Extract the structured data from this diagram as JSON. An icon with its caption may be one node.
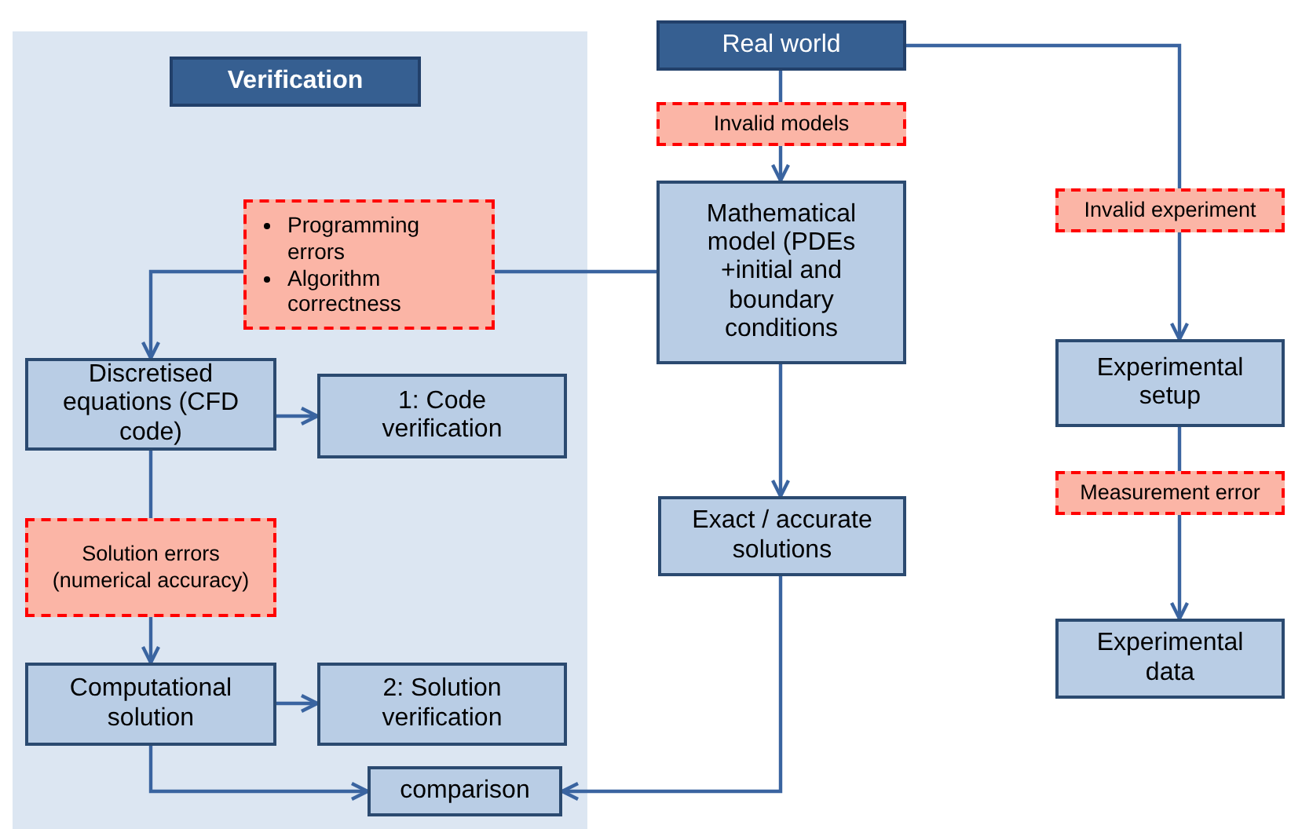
{
  "diagram": {
    "nodes": [
      {
        "text": [],
        "shape": "box"
      },
      {
        "text": [
          "Verification"
        ],
        "in": 0
      },
      {
        "text": [
          "Real world"
        ]
      },
      {
        "text": [
          "Invalid models"
        ]
      },
      {
        "text": [
          "Mathematical model (PDEs +initial and boundary conditions"
        ]
      },
      {
        "text": [
          "Programming errors",
          "Algorithm correctness"
        ],
        "in": 0
      },
      {
        "text": [
          "Invalid experiment"
        ]
      },
      {
        "text": [
          "Discretised equations (CFD code)"
        ],
        "in": 0
      },
      {
        "text": [
          "1: Code verification"
        ],
        "in": 0
      },
      {
        "text": [
          "Experimental setup"
        ]
      },
      {
        "text": [
          "Solution errors (numerical accuracy)"
        ],
        "in": 0
      },
      {
        "text": [
          "Exact / accurate solutions"
        ]
      },
      {
        "text": [
          "Measurement error"
        ]
      },
      {
        "text": [
          "Computational solution"
        ],
        "in": 0
      },
      {
        "text": [
          "2: Solution verification"
        ],
        "in": 0
      },
      {
        "text": [
          "Experimental data"
        ]
      },
      {
        "text": [
          "comparison"
        ],
        "in": 0
      }
    ],
    "edges": [
      {
        "from": 2,
        "to": 3,
        "arrow": "none"
      },
      {
        "from": 3,
        "to": 4,
        "arrow": "to"
      },
      {
        "from": 4,
        "to": 5,
        "arrow": "none"
      },
      {
        "from": 5,
        "to": 7,
        "arrow": "to"
      },
      {
        "from": 2,
        "to": 6,
        "arrow": "none"
      },
      {
        "from": 6,
        "to": 9,
        "arrow": "to"
      },
      {
        "from": 7,
        "to": 8,
        "arrow": "to"
      },
      {
        "from": 7,
        "to": 10,
        "arrow": "none"
      },
      {
        "from": 10,
        "to": 13,
        "arrow": "to"
      },
      {
        "from": 4,
        "to": 11,
        "arrow": "to"
      },
      {
        "from": 9,
        "to": 12,
        "arrow": "none"
      },
      {
        "from": 12,
        "to": 15,
        "arrow": "to"
      },
      {
        "from": 13,
        "to": 14,
        "arrow": "to"
      },
      {
        "from": 13,
        "to": 16,
        "arrow": "to"
      },
      {
        "from": 11,
        "to": 16,
        "arrow": "to"
      }
    ]
  }
}
